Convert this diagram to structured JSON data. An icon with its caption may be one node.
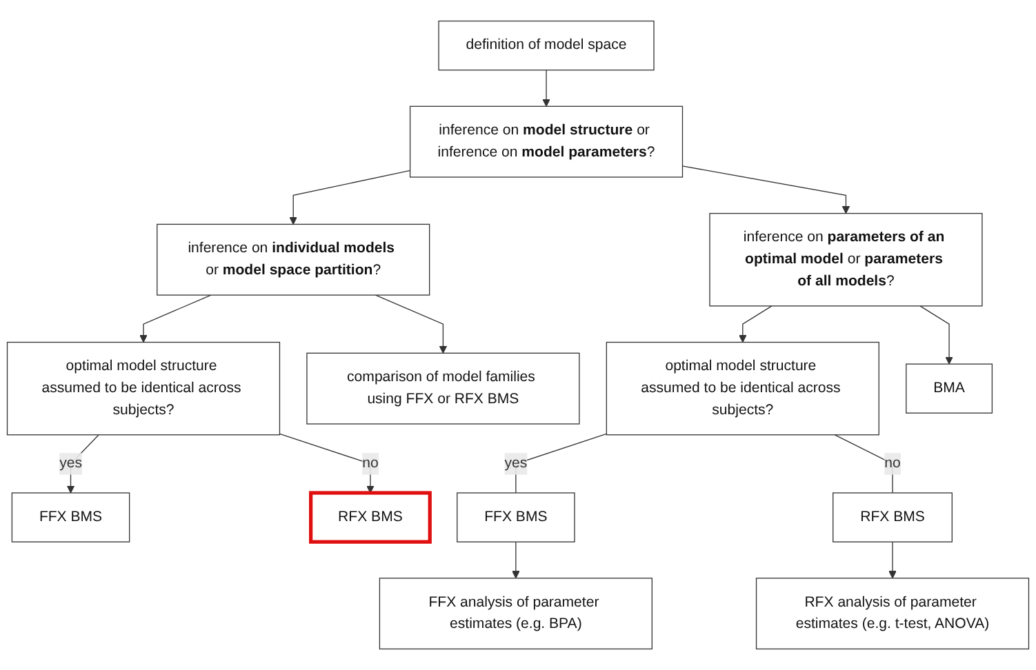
{
  "diagram": {
    "nodes": [
      {
        "text": [
          "definition of model space"
        ]
      },
      {
        "text": [
          "inference on **model structure** or inference on **model parameters**?"
        ]
      },
      {
        "text": [
          "inference on **individual models** or **model space partition**?"
        ]
      },
      {
        "text": [
          "inference on **parameters of an optimal model** or **parameters of all models**?"
        ]
      },
      {
        "text": [
          "optimal model structure assumed to be identical across subjects?"
        ]
      },
      {
        "text": [
          "comparison of model families using FFX or RFX BMS"
        ]
      },
      {
        "text": [
          "optimal model structure assumed to be identical across subjects?"
        ]
      },
      {
        "text": [
          "BMA"
        ]
      },
      {
        "text": [
          "FFX BMS"
        ]
      },
      {
        "text": [
          "RFX BMS"
        ]
      },
      {
        "text": [
          "FFX BMS"
        ]
      },
      {
        "text": [
          "RFX BMS"
        ]
      },
      {
        "text": [
          "FFX analysis of parameter estimates (e.g. BPA)"
        ]
      },
      {
        "text": [
          "RFX analysis of parameter estimates (e.g. t-test, ANOVA)"
        ]
      }
    ],
    "edges": [
      {
        "from": 0,
        "to": 1,
        "arrow": "to"
      },
      {
        "from": 1,
        "to": 2,
        "arrow": "to"
      },
      {
        "from": 1,
        "to": 3,
        "arrow": "to"
      },
      {
        "from": 2,
        "to": 4,
        "arrow": "to"
      },
      {
        "from": 2,
        "to": 5,
        "arrow": "to"
      },
      {
        "from": 3,
        "to": 6,
        "arrow": "to"
      },
      {
        "from": 3,
        "to": 7,
        "arrow": "to"
      },
      {
        "from": 4,
        "to": 10,
        "label": "yes",
        "arrow": "to"
      },
      {
        "from": 4,
        "to": 11,
        "label": "no",
        "arrow": "to"
      },
      {
        "from": 6,
        "to": 8,
        "label": "yes",
        "arrow": "none"
      },
      {
        "from": 6,
        "to": 9,
        "label": "no",
        "arrow": "none"
      },
      {
        "from": 8,
        "to": 12,
        "arrow": "to"
      },
      {
        "from": 9,
        "to": 13,
        "arrow": "to"
      }
    ]
  }
}
